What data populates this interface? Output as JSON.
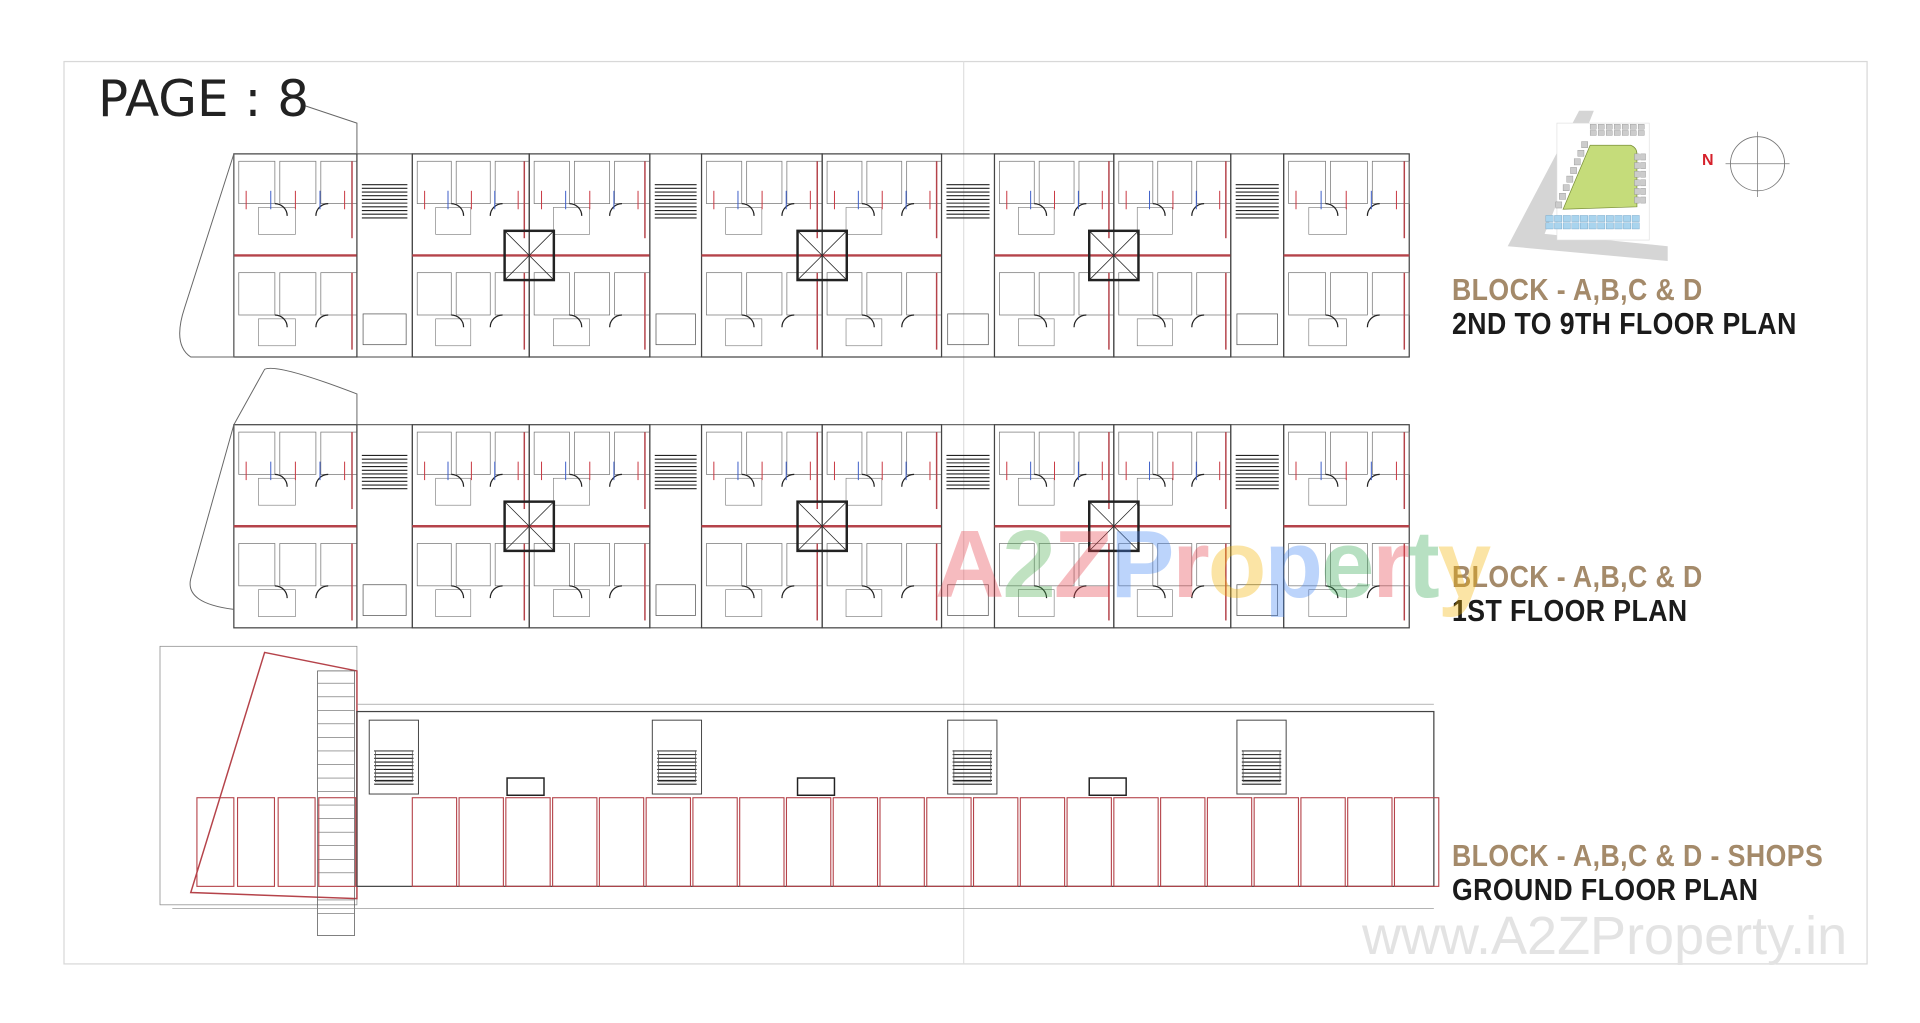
{
  "page": {
    "label": "PAGE : 8"
  },
  "sections": [
    {
      "block": "BLOCK - A,B,C & D",
      "title": "2ND TO 9TH FLOOR PLAN"
    },
    {
      "block": "BLOCK - A,B,C & D",
      "title": "1ST FLOOR PLAN"
    },
    {
      "block": "BLOCK - A,B,C & D - SHOPS",
      "title": "GROUND FLOOR PLAN"
    }
  ],
  "compass": {
    "label": "N"
  },
  "watermark": {
    "url": "www.A2ZProperty.in",
    "logo_letters": [
      "A",
      "2",
      "Z",
      "P",
      "r",
      "o",
      "p",
      "e",
      "r",
      "t",
      "y"
    ],
    "logo_colors": [
      "#e8404a",
      "#4caf50",
      "#e8404a",
      "#4285f4",
      "#e8404a",
      "#f4b400",
      "#4285f4",
      "#34a853",
      "#e8404a",
      "#34a853",
      "#f4b400"
    ]
  },
  "colors": {
    "block_heading": "#a48a6a",
    "floor_heading": "#1b1b1b",
    "wall_red": "#b5434a",
    "plan_line": "#555555",
    "park_green": "#c5dc7a",
    "site_blue": "#a9d4ee",
    "road_gray": "#d5d5d5"
  }
}
